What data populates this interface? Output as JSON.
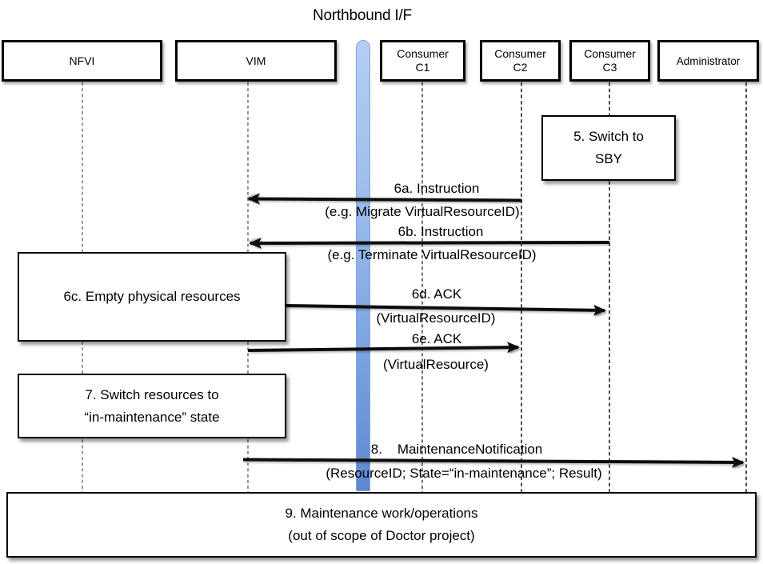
{
  "title": "Northbound I/F",
  "actors": {
    "nfvi": {
      "label": "NFVI"
    },
    "vim": {
      "label": "VIM"
    },
    "c1": {
      "line1": "Consumer",
      "line2": "C1"
    },
    "c2": {
      "line1": "Consumer",
      "line2": "C2"
    },
    "c3": {
      "line1": "Consumer",
      "line2": "C3"
    },
    "admin": {
      "label": "Administrator"
    }
  },
  "notes": {
    "switch_sby": {
      "line1": "5. Switch to",
      "line2": "SBY"
    },
    "empty_resources": {
      "text": "6c. Empty physical resources"
    },
    "switch_maintenance": {
      "line1": "7. Switch resources to",
      "line2": "“in-maintenance” state"
    },
    "maintenance_work": {
      "line1": "9. Maintenance work/operations",
      "line2": "(out of scope of Doctor project)"
    }
  },
  "messages": {
    "m6a": {
      "label": "6a. Instruction",
      "params": "(e.g. Migrate VirtualResourceID)"
    },
    "m6b": {
      "label": "6b. Instruction",
      "params": "(e.g. Terminate VirtualResourceID)"
    },
    "m6d": {
      "label": "6d. ACK",
      "params": "(VirtualResourceID)"
    },
    "m6e": {
      "label": "6e. ACK",
      "params": "(VirtualResource)"
    },
    "m8": {
      "label": "8.    MaintenanceNotification",
      "params": "(ResourceID; State=“in-maintenance”; Result)"
    }
  },
  "colors": {
    "bar_top": "#b3cef3",
    "bar_bottom": "#5d88d2",
    "bar_border": "#7fa6de",
    "arrow": "#0d0d0d",
    "lifeline_gray": "#7f7f7f",
    "lifeline_dark": "#262626"
  }
}
